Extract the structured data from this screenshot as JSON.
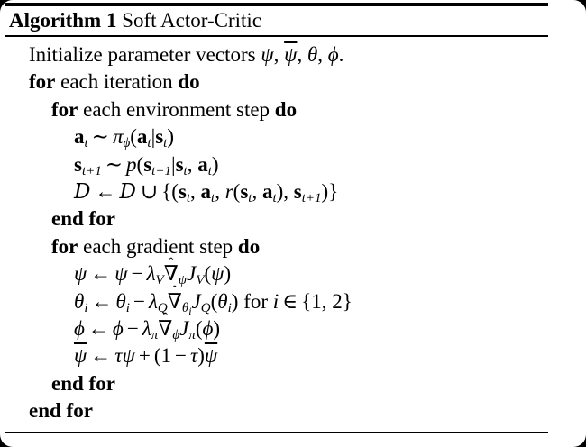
{
  "colors": {
    "background": "#000000",
    "card": "#ffffff",
    "text": "#000000",
    "rules": "#000000"
  },
  "title": {
    "label": "Algorithm 1",
    "name": "Soft Actor-Critic"
  },
  "algorithm": {
    "lines": [
      {
        "indent": 0,
        "segments": [
          [
            "r",
            "Initialize parameter vectors "
          ],
          [
            "i",
            "ψ"
          ],
          [
            "r",
            ", "
          ],
          [
            "ov",
            "ψ̄"
          ],
          [
            "r",
            ", "
          ],
          [
            "i",
            "θ"
          ],
          [
            "r",
            ", "
          ],
          [
            "i",
            "ϕ"
          ],
          [
            "r",
            "."
          ]
        ]
      },
      {
        "indent": 0,
        "segments": [
          [
            "b",
            "for"
          ],
          [
            "r",
            " each iteration "
          ],
          [
            "b",
            "do"
          ]
        ]
      },
      {
        "indent": 1,
        "segments": [
          [
            "b",
            "for"
          ],
          [
            "r",
            " each environment step "
          ],
          [
            "b",
            "do"
          ]
        ]
      },
      {
        "indent": 2,
        "segments": [
          [
            "mb",
            "a"
          ],
          [
            "sub",
            "t"
          ],
          [
            "op",
            "∼"
          ],
          [
            "i",
            "π"
          ],
          [
            "sub",
            "ϕ"
          ],
          [
            "r",
            "("
          ],
          [
            "mb",
            "a"
          ],
          [
            "sub",
            "t"
          ],
          [
            "r",
            "|"
          ],
          [
            "mb",
            "s"
          ],
          [
            "sub",
            "t"
          ],
          [
            "r",
            ")"
          ]
        ]
      },
      {
        "indent": 2,
        "segments": [
          [
            "mb",
            "s"
          ],
          [
            "sub",
            "t+1"
          ],
          [
            "op",
            "∼"
          ],
          [
            "i",
            "p"
          ],
          [
            "r",
            "("
          ],
          [
            "mb",
            "s"
          ],
          [
            "sub",
            "t+1"
          ],
          [
            "r",
            "|"
          ],
          [
            "mb",
            "s"
          ],
          [
            "sub",
            "t"
          ],
          [
            "r",
            ", "
          ],
          [
            "mb",
            "a"
          ],
          [
            "sub",
            "t"
          ],
          [
            "r",
            ")"
          ]
        ]
      },
      {
        "indent": 2,
        "segments": [
          [
            "cal",
            "D"
          ],
          [
            "op",
            "←"
          ],
          [
            "cal",
            "D"
          ],
          [
            "op",
            "∪"
          ],
          [
            "r",
            "{("
          ],
          [
            "mb",
            "s"
          ],
          [
            "sub",
            "t"
          ],
          [
            "r",
            ", "
          ],
          [
            "mb",
            "a"
          ],
          [
            "sub",
            "t"
          ],
          [
            "r",
            ", "
          ],
          [
            "i",
            "r"
          ],
          [
            "r",
            "("
          ],
          [
            "mb",
            "s"
          ],
          [
            "sub",
            "t"
          ],
          [
            "r",
            ", "
          ],
          [
            "mb",
            "a"
          ],
          [
            "sub",
            "t"
          ],
          [
            "r",
            "), "
          ],
          [
            "mb",
            "s"
          ],
          [
            "sub",
            "t+1"
          ],
          [
            "r",
            ")}"
          ]
        ]
      },
      {
        "indent": 1,
        "segments": [
          [
            "b",
            "end for"
          ]
        ]
      },
      {
        "indent": 1,
        "segments": [
          [
            "b",
            "for"
          ],
          [
            "r",
            " each gradient step "
          ],
          [
            "b",
            "do"
          ]
        ]
      },
      {
        "indent": 2,
        "segments": [
          [
            "i",
            "ψ"
          ],
          [
            "op",
            "←"
          ],
          [
            "i",
            "ψ"
          ],
          [
            "op",
            "−"
          ],
          [
            "i",
            "λ"
          ],
          [
            "sub",
            "V"
          ],
          [
            "nh",
            "∇̂"
          ],
          [
            "sub",
            "ψ"
          ],
          [
            "i",
            "J"
          ],
          [
            "sub",
            "V"
          ],
          [
            "r",
            "("
          ],
          [
            "i",
            "ψ"
          ],
          [
            "r",
            ")"
          ]
        ]
      },
      {
        "indent": 2,
        "segments": [
          [
            "i",
            "θ"
          ],
          [
            "sub",
            "i"
          ],
          [
            "op",
            "←"
          ],
          [
            "i",
            "θ"
          ],
          [
            "sub",
            "i"
          ],
          [
            "op",
            "−"
          ],
          [
            "i",
            "λ"
          ],
          [
            "sub",
            "Q"
          ],
          [
            "nh",
            "∇̂"
          ],
          [
            "sub",
            "θ"
          ],
          [
            "ssub",
            "i"
          ],
          [
            "i",
            "J"
          ],
          [
            "sub",
            "Q"
          ],
          [
            "r",
            "("
          ],
          [
            "i",
            "θ"
          ],
          [
            "sub",
            "i"
          ],
          [
            "r",
            ")"
          ],
          [
            "r",
            " for "
          ],
          [
            "i",
            "i"
          ],
          [
            "op",
            "∈"
          ],
          [
            "r",
            "{1, 2}"
          ]
        ]
      },
      {
        "indent": 2,
        "segments": [
          [
            "i",
            "ϕ"
          ],
          [
            "op",
            "←"
          ],
          [
            "i",
            "ϕ"
          ],
          [
            "op",
            "−"
          ],
          [
            "i",
            "λ"
          ],
          [
            "sub",
            "π"
          ],
          [
            "nh",
            "∇̂"
          ],
          [
            "sub",
            "ϕ"
          ],
          [
            "i",
            "J"
          ],
          [
            "sub",
            "π"
          ],
          [
            "r",
            "("
          ],
          [
            "i",
            "ϕ"
          ],
          [
            "r",
            ")"
          ]
        ]
      },
      {
        "indent": 2,
        "segments": [
          [
            "ov",
            "ψ̄"
          ],
          [
            "op",
            "←"
          ],
          [
            "i",
            "τψ"
          ],
          [
            "op",
            "+"
          ],
          [
            "r",
            "(1"
          ],
          [
            "op",
            "−"
          ],
          [
            "i",
            "τ"
          ],
          [
            "r",
            ")"
          ],
          [
            "ov",
            "ψ̄"
          ]
        ]
      },
      {
        "indent": 1,
        "segments": [
          [
            "b",
            "end for"
          ]
        ]
      },
      {
        "indent": 0,
        "segments": [
          [
            "b",
            "end for"
          ]
        ]
      }
    ]
  }
}
